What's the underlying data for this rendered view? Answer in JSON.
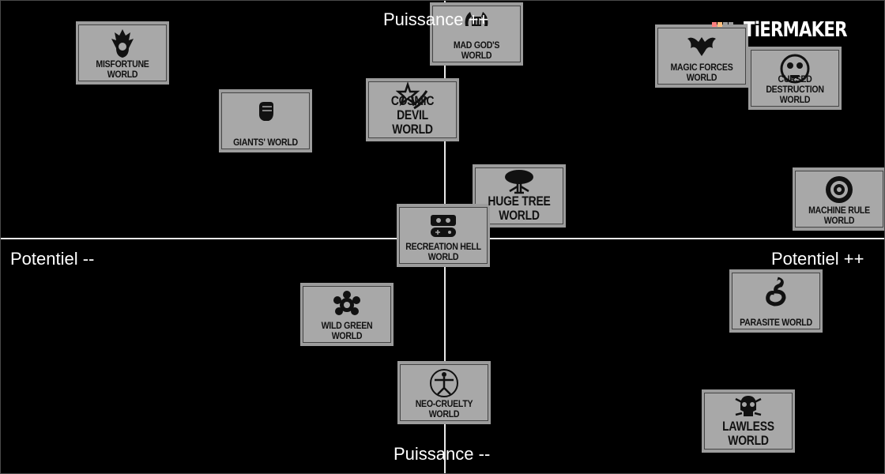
{
  "axes": {
    "top": "Puissance ++",
    "bottom": "Puissance --",
    "left": "Potentiel --",
    "right": "Potentiel ++"
  },
  "logo": {
    "text": "TiERMAKER",
    "dot_colors": [
      "#ff7f7f",
      "#ffbf7f",
      "#9c9c9c",
      "#9c9c9c"
    ]
  },
  "cards": [
    {
      "id": "misfortune",
      "title": "MISFORTUNE WORLD",
      "icon": "crown-flame-icon"
    },
    {
      "id": "giants",
      "title": "GIANTS' WORLD",
      "icon": "fist-icon"
    },
    {
      "id": "mad-god",
      "title": "MAD GOD'S WORLD",
      "icon": "laurel-crown-icon"
    },
    {
      "id": "cosmic-devil",
      "title": "COSMIC DEVIL WORLD",
      "icon": "shooting-star-icon"
    },
    {
      "id": "magic-forces",
      "title": "MAGIC FORCES WORLD",
      "icon": "bat-wing-icon"
    },
    {
      "id": "cursed-destruction",
      "title": "CURSED DESTRUCTION WORLD",
      "icon": "gas-mask-icon"
    },
    {
      "id": "huge-tree",
      "title": "HUGE TREE WORLD",
      "icon": "tree-icon"
    },
    {
      "id": "machine-rule",
      "title": "MACHINE RULE WORLD",
      "icon": "gear-icon"
    },
    {
      "id": "recreation-hell",
      "title": "RECREATION HELL WORLD",
      "icon": "gamepad-icon"
    },
    {
      "id": "parasite",
      "title": "PARASITE WORLD",
      "icon": "parasite-icon"
    },
    {
      "id": "wild-green",
      "title": "WILD GREEN WORLD",
      "icon": "flower-icon"
    },
    {
      "id": "neo-cruelty",
      "title": "NEO-CRUELTY WORLD",
      "icon": "vitruvian-icon"
    },
    {
      "id": "lawless",
      "title": "LAWLESS WORLD",
      "icon": "skull-icon"
    }
  ]
}
